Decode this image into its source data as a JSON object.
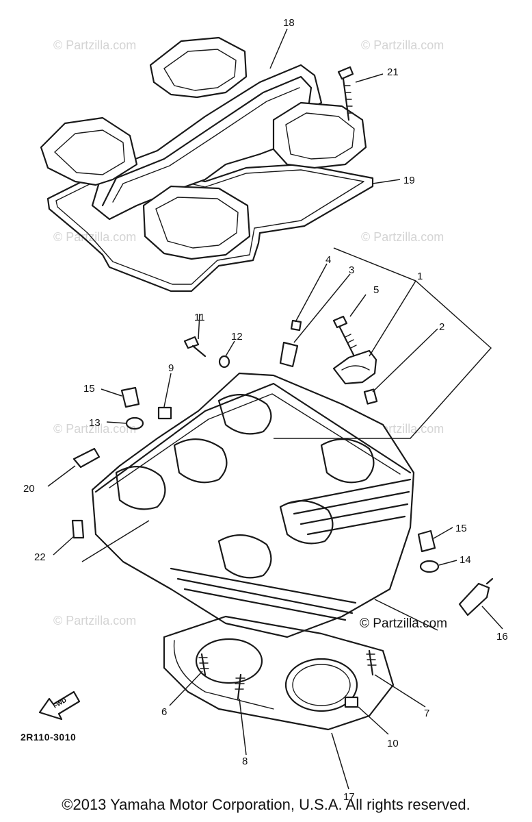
{
  "watermark": "© Partzilla.com",
  "main_watermark": "© Partzilla.com",
  "diagram_ref": "2R110-3010",
  "copyright": "©2013 Yamaha Motor Corporation, U.S.A. All rights reserved.",
  "front_arrow_label": "FWD",
  "callouts": [
    "18",
    "21",
    "19",
    "4",
    "3",
    "1",
    "5",
    "2",
    "11",
    "12",
    "9",
    "15",
    "13",
    "20",
    "22",
    "15",
    "14",
    "16",
    "6",
    "7",
    "10",
    "8",
    "17"
  ]
}
